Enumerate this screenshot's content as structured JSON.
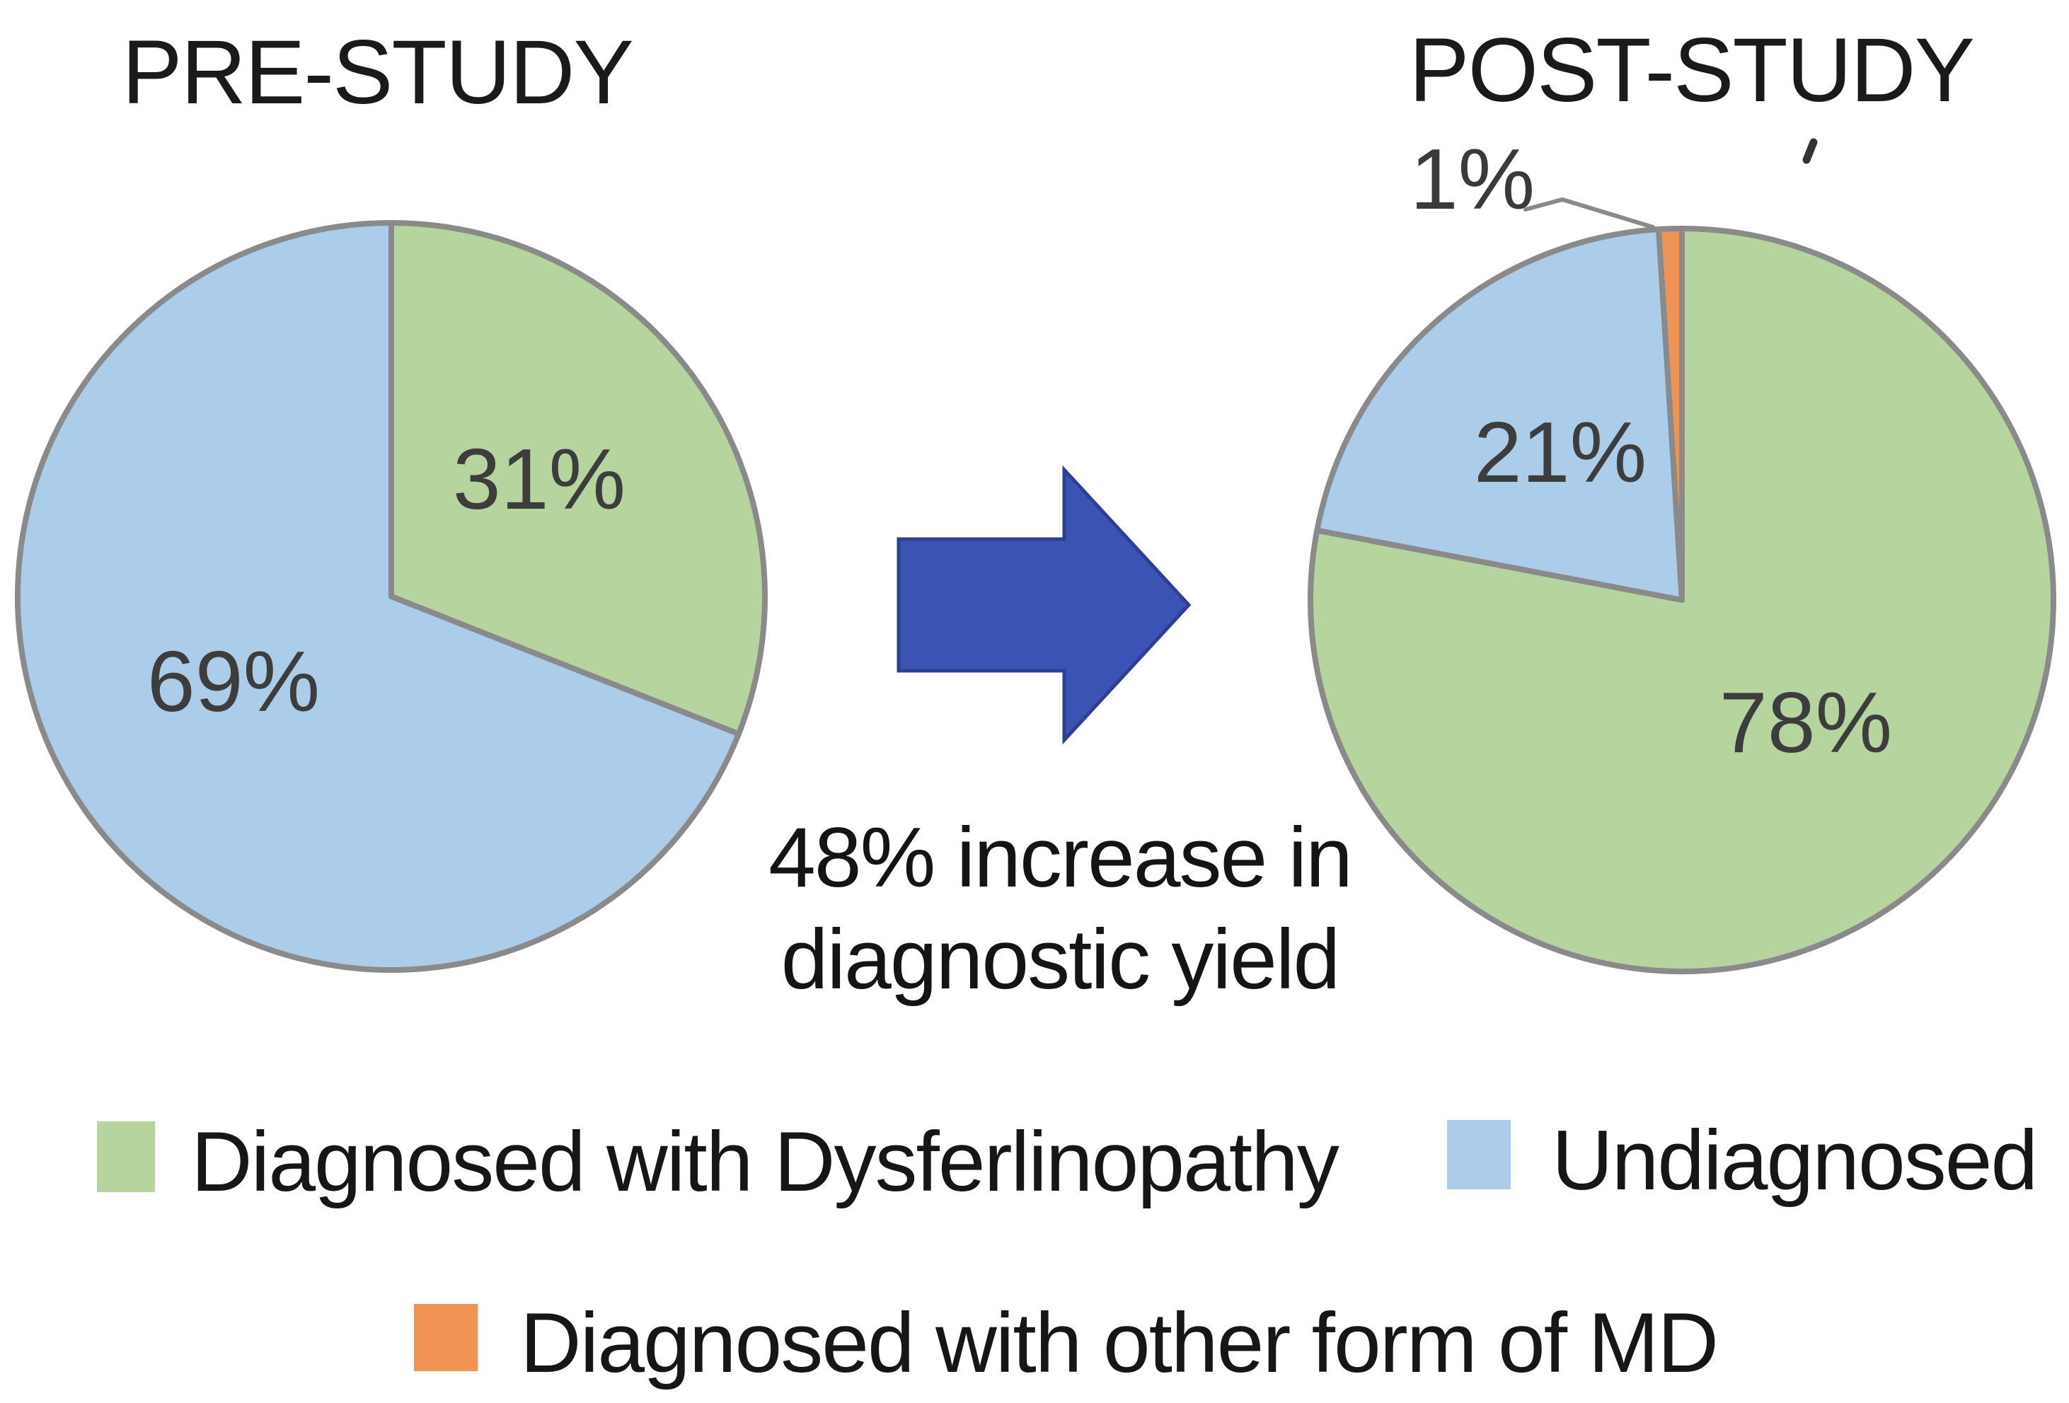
{
  "figure": {
    "background": "#ffffff",
    "annotation": {
      "line1": "48% increase in",
      "line2": "diagnostic yield"
    },
    "colors": {
      "green": "#b5d49e",
      "blue": "#abcde9",
      "orange": "#ef9455",
      "arrow_fill": "#3b54b4",
      "arrow_border": "#2d3f92",
      "pie_border": "#8a8a8a",
      "leader_line": "#8a8a8a"
    }
  },
  "chart_data": [
    {
      "type": "pie",
      "title": "PRE-STUDY",
      "start_angle_deg": 0,
      "direction": "clockwise",
      "slices": [
        {
          "name": "Diagnosed with Dysferlinopathy",
          "value": 31,
          "label": "31%",
          "color": "#b5d49e"
        },
        {
          "name": "Undiagnosed",
          "value": 69,
          "label": "69%",
          "color": "#abcde9"
        }
      ]
    },
    {
      "type": "pie",
      "title": "POST-STUDY",
      "start_angle_deg": 0,
      "direction": "clockwise",
      "slices": [
        {
          "name": "Diagnosed with Dysferlinopathy",
          "value": 78,
          "label": "78%",
          "color": "#b5d49e"
        },
        {
          "name": "Undiagnosed",
          "value": 21,
          "label": "21%",
          "color": "#abcde9"
        },
        {
          "name": "Diagnosed with other form of MD",
          "value": 1,
          "label": "1%",
          "color": "#ef9455",
          "callout": true
        }
      ]
    }
  ],
  "legend": {
    "items": [
      {
        "label": "Diagnosed with Dysferlinopathy",
        "color": "#b5d49e"
      },
      {
        "label": "Undiagnosed",
        "color": "#abcde9"
      },
      {
        "label": "Diagnosed with other form of MD",
        "color": "#ef9455"
      }
    ]
  }
}
